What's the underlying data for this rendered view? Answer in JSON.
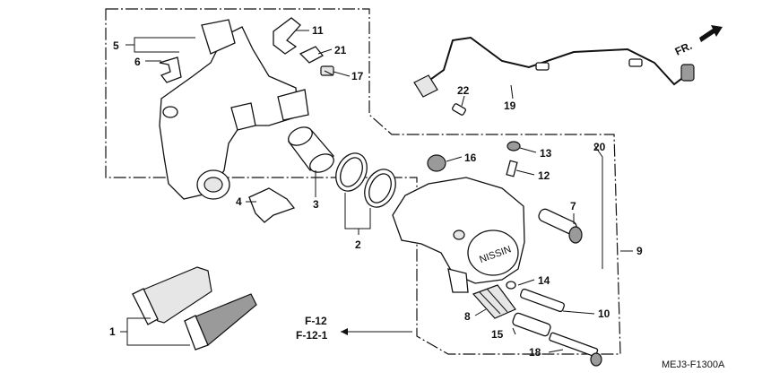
{
  "callouts": {
    "c1": "1",
    "c2": "2",
    "c3": "3",
    "c4": "4",
    "c5": "5",
    "c6": "6",
    "c7": "7",
    "c8": "8",
    "c9": "9",
    "c10": "10",
    "c11": "11",
    "c12": "12",
    "c13": "13",
    "c14": "14",
    "c15": "15",
    "c16": "16",
    "c17": "17",
    "c18": "18",
    "c19": "19",
    "c20": "20",
    "c21": "21",
    "c22": "22"
  },
  "reference": {
    "line1": "F-12",
    "line2": "F-12-1"
  },
  "direction": {
    "label": "FR."
  },
  "caliper_mark": "NISSIN",
  "figure_code": "MEJ3-F1300A"
}
